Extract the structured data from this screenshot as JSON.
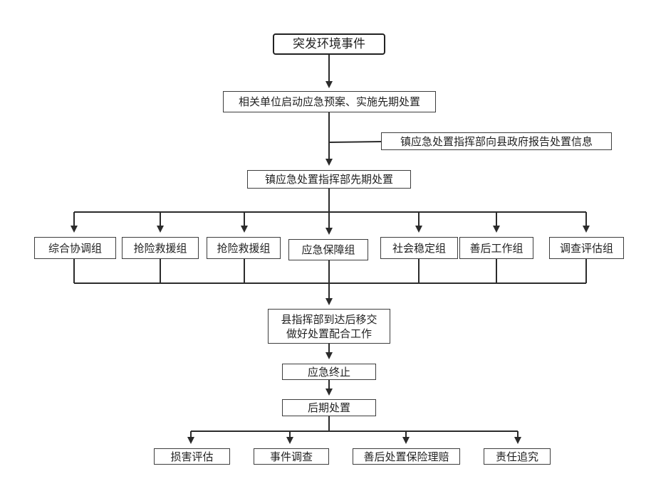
{
  "root": "突发环境事件",
  "start_response": "相关单位启动应急预案、实施先期处置",
  "report_to_county": "镇应急处置指挥部向县政府报告处置信息",
  "town_command": "镇应急处置指挥部先期处置",
  "groups": [
    "综合协调组",
    "抢险救援组",
    "抢险救援组",
    "应急保障组",
    "社会稳定组",
    "善后工作组",
    "调查评估组"
  ],
  "handover": {
    "line1": "县指挥部到达后移交",
    "line2": "做好处置配合工作"
  },
  "termination": "应急终止",
  "aftermath": "后期处置",
  "final_steps": [
    "损害评估",
    "事件调查",
    "善后处置保险理赔",
    "责任追究"
  ]
}
